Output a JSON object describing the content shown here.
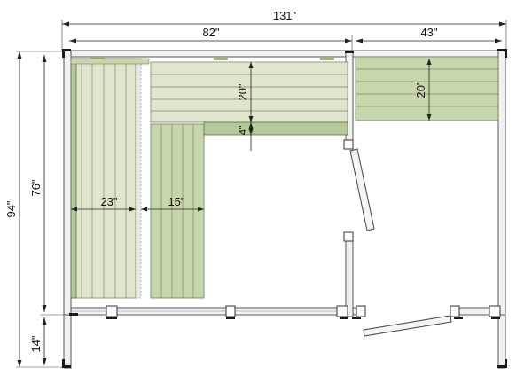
{
  "dimensions": {
    "total_width": "131\"",
    "sauna_width": "82\"",
    "shower_width": "43\"",
    "total_depth": "94\"",
    "room_depth": "76\"",
    "front_depth": "14\"",
    "upper_bench_depth": "20\"",
    "shower_bench_depth": "20\"",
    "step_gap": "4\"",
    "side_bench_depth": "23\"",
    "lower_bench_depth": "15\""
  },
  "colors": {
    "wall_fill": "#f1f1f1",
    "wall_stroke": "#555555",
    "bench_green": "#c8d6ad",
    "bench_light": "#dfe6cd",
    "bench_dark": "#b6c79a",
    "post_black": "#1a1a1a"
  }
}
